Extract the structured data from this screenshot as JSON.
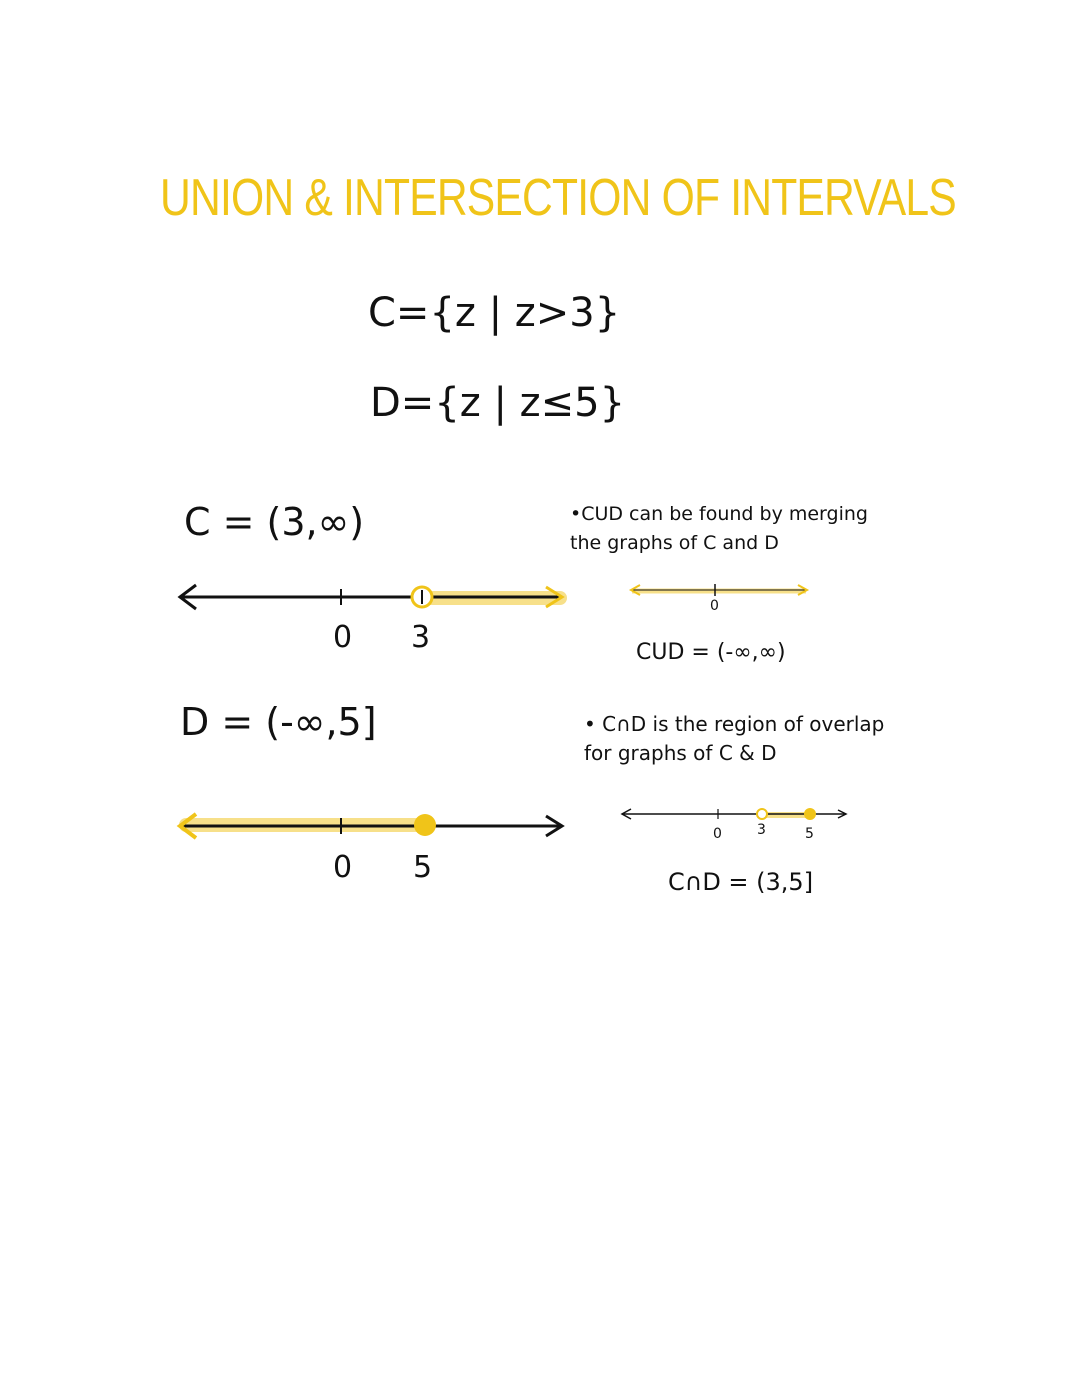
{
  "title": "UNION & INTERSECTION OF INTERVALS",
  "sets": {
    "c_def": "C={z | z>3}",
    "d_def": "D={z | z≤5}"
  },
  "left": {
    "c_interval": "C = (3,∞)",
    "c_line_labels": [
      "0",
      "3"
    ],
    "d_interval": "D = (-∞,5]",
    "d_line_labels": [
      "0",
      "5"
    ]
  },
  "right": {
    "union_note": "•CUD can be found by merging the graphs of C and D",
    "union_line_labels": [
      "0"
    ],
    "union_result": "CUD = (-∞,∞)",
    "intersection_note": "• C∩D is the region of overlap for graphs of C & D",
    "intersection_line_labels": [
      "0",
      "3",
      "5"
    ],
    "intersection_result": "C∩D = (3,5]"
  },
  "colors": {
    "accent": "#f0c419",
    "highlight": "#f7e08a",
    "ink": "#111111"
  }
}
